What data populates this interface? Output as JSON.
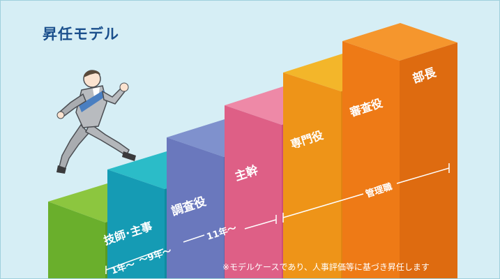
{
  "title": "昇任モデル",
  "steps": [
    {
      "label": "技師･主事",
      "top": "#8cc63f",
      "front": "#6aaf2c",
      "side": "#589a24"
    },
    {
      "label": "調査役",
      "top": "#2bbcc8",
      "front": "#159bb4",
      "side": "#118aa0"
    },
    {
      "label": "主幹",
      "top": "#7f91cd",
      "front": "#6a78bd",
      "side": "#5a68ab"
    },
    {
      "label": "専門役",
      "top": "#ee89a7",
      "front": "#de5f86",
      "side": "#cc4f76"
    },
    {
      "label": "審査役",
      "top": "#f3b62a",
      "front": "#ee9418",
      "side": "#e08512"
    },
    {
      "label": "部長",
      "top": "#f5962d",
      "front": "#ee7a16",
      "side": "#de6b10"
    }
  ],
  "timeline": {
    "years_1": "1年〜",
    "years_9": "〜9年〜",
    "years_11": "11年〜",
    "management": "管理職"
  },
  "footnote": "※モデルケースであり、人事評価等に基づき昇任します"
}
